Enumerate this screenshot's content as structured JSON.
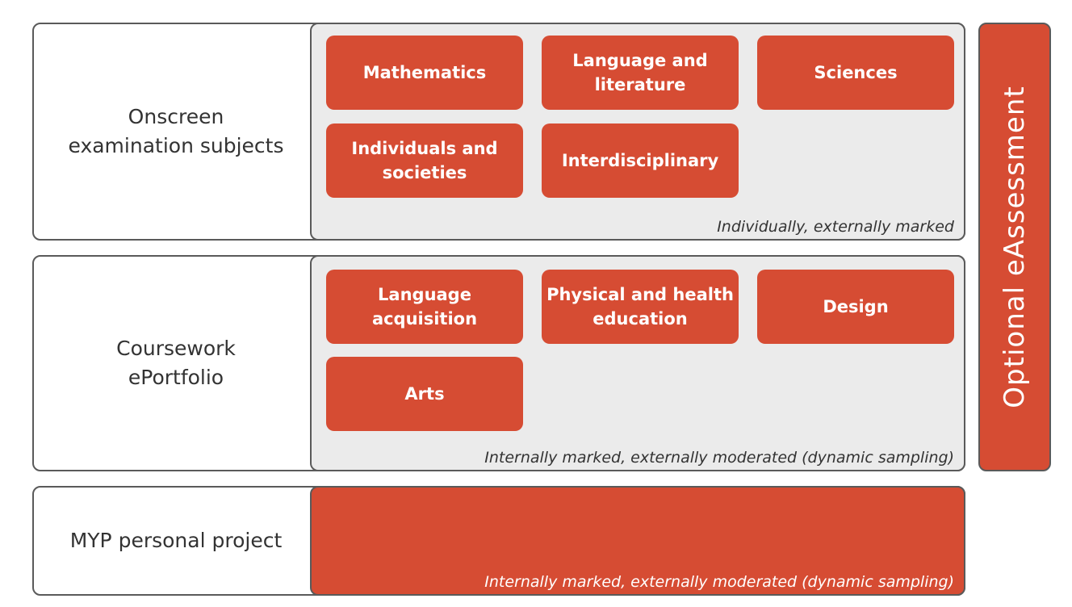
{
  "rows": [
    {
      "label": "Onscreen\nexamination subjects",
      "subjects": [
        "Mathematics",
        "Language and\nliterature",
        "Sciences",
        "Individuals and\nsocieties",
        "Interdisciplinary"
      ],
      "note": "Individually, externally marked"
    },
    {
      "label": "Coursework\nePortfolio",
      "subjects": [
        "Language\nacquisition",
        "Physical and health\neducation",
        "Design",
        "Arts"
      ],
      "note": "Internally marked, externally moderated (dynamic sampling)"
    },
    {
      "label": "MYP personal project",
      "subjects": [],
      "note": "Internally marked, externally moderated (dynamic sampling)"
    }
  ],
  "side_label": "Optional eAssessment",
  "colors": {
    "accent": "#d64c33",
    "panel": "#ebebeb",
    "border": "#5a5a5a",
    "text": "#333333"
  }
}
